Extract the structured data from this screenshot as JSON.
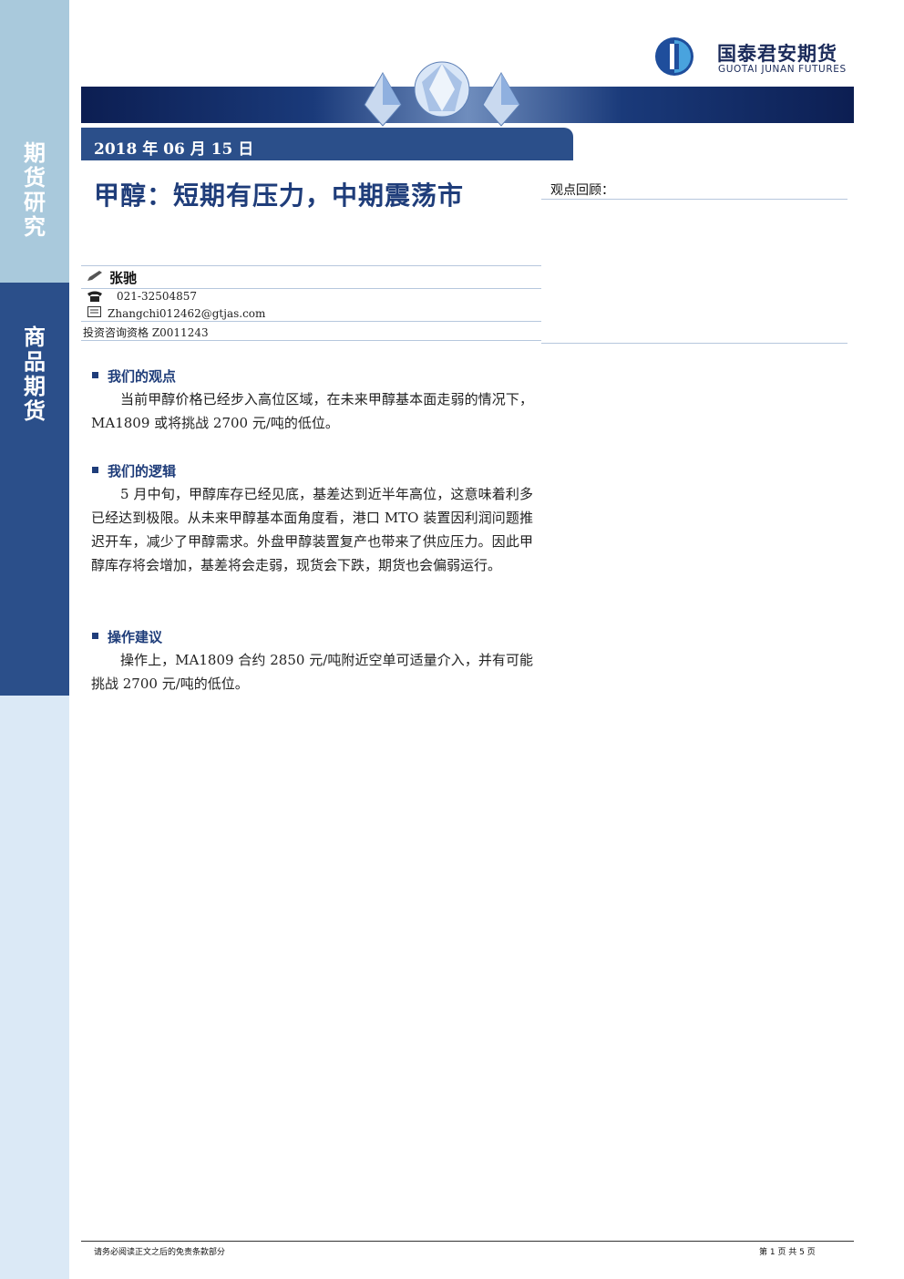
{
  "sidebar": {
    "top_chars": [
      "期",
      "货",
      "研",
      "究"
    ],
    "mid_chars": [
      "商",
      "品",
      "期",
      "货"
    ]
  },
  "logo": {
    "cn": "国泰君安期货",
    "en": "GUOTAI JUNAN FUTURES"
  },
  "colors": {
    "navy": "#2b4f8a",
    "title": "#1f3d7a",
    "light_blue": "#a9c9dc",
    "pale_blue": "#dbe9f6"
  },
  "date": "2018 年 06 月 15 日",
  "title": "甲醇：短期有压力，中期震荡市",
  "review_label": "观点回顾：",
  "author": {
    "name": "张驰",
    "phone": "021-32504857",
    "email": "Zhangchi012462@gtjas.com",
    "qualification": "投资咨询资格  Z0011243"
  },
  "sections": [
    {
      "heading": "我们的观点",
      "text": "当前甲醇价格已经步入高位区域，在未来甲醇基本面走弱的情况下，MA1809 或将挑战 2700 元/吨的低位。"
    },
    {
      "heading": "我们的逻辑",
      "text": "5 月中旬，甲醇库存已经见底，基差达到近半年高位，这意味着利多已经达到极限。从未来甲醇基本面角度看，港口 MTO 装置因利润问题推迟开车，减少了甲醇需求。外盘甲醇装置复产也带来了供应压力。因此甲醇库存将会增加，基差将会走弱，现货会下跌，期货也会偏弱运行。"
    },
    {
      "heading": "操作建议",
      "text": "操作上，MA1809 合约 2850 元/吨附近空单可适量介入，并有可能挑战 2700 元/吨的低位。"
    }
  ],
  "footer": {
    "disclaimer": "请务必阅读正文之后的免责条款部分",
    "page": "第 1 页 共 5 页"
  }
}
